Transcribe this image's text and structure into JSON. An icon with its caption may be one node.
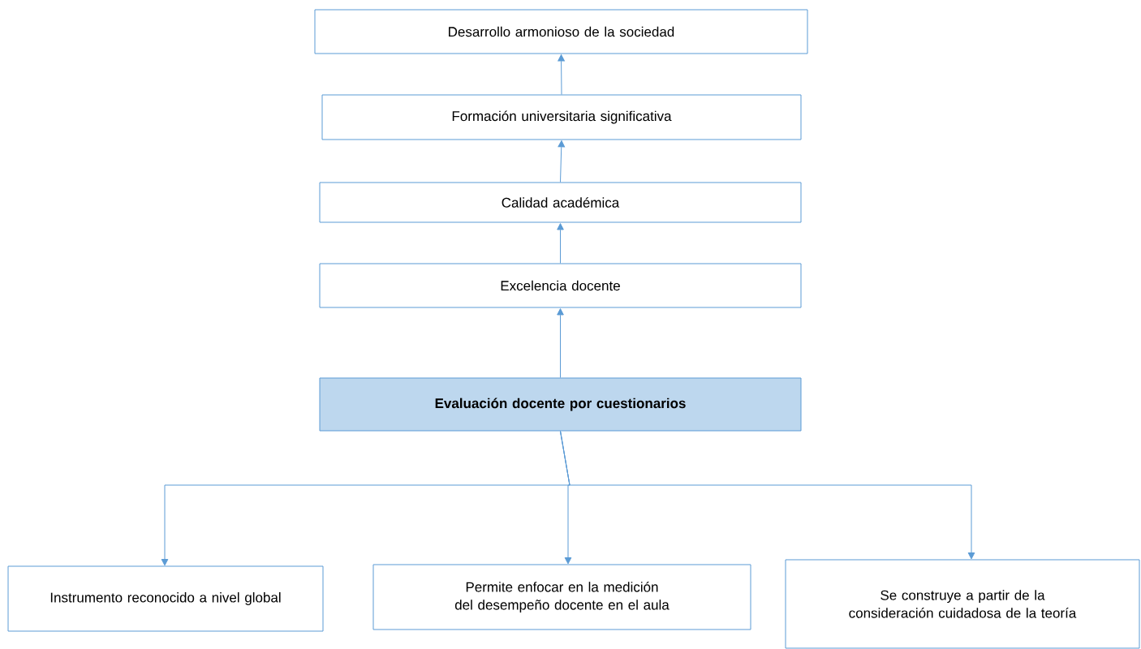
{
  "diagram": {
    "nodes": [
      {
        "text": [
          "Desarrollo armonioso de la sociedad"
        ]
      },
      {
        "text": [
          "Formación universitaria significativa"
        ]
      },
      {
        "text": [
          "Calidad académica"
        ]
      },
      {
        "text": [
          "Excelencia docente"
        ]
      },
      {
        "text": [
          "Evaluación docente por cuestionarios"
        ]
      },
      {
        "text": [
          "Instrumento reconocido a nivel global"
        ]
      },
      {
        "text": [
          "Permite enfocar en la medición del desempeño docente en el aula"
        ]
      },
      {
        "text": [
          "Se construye a partir de la consideración cuidadosa de la teoría"
        ]
      }
    ],
    "edges": [
      {
        "from": 1,
        "to": 0,
        "arrow": "to"
      },
      {
        "from": 2,
        "to": 1,
        "arrow": "to"
      },
      {
        "from": 3,
        "to": 2,
        "arrow": "to"
      },
      {
        "from": 4,
        "to": 3,
        "arrow": "to"
      },
      {
        "from": 4,
        "to": 5,
        "arrow": "to"
      },
      {
        "from": 4,
        "to": 6,
        "arrow": "to"
      },
      {
        "from": 4,
        "to": 7,
        "arrow": "to"
      }
    ]
  }
}
